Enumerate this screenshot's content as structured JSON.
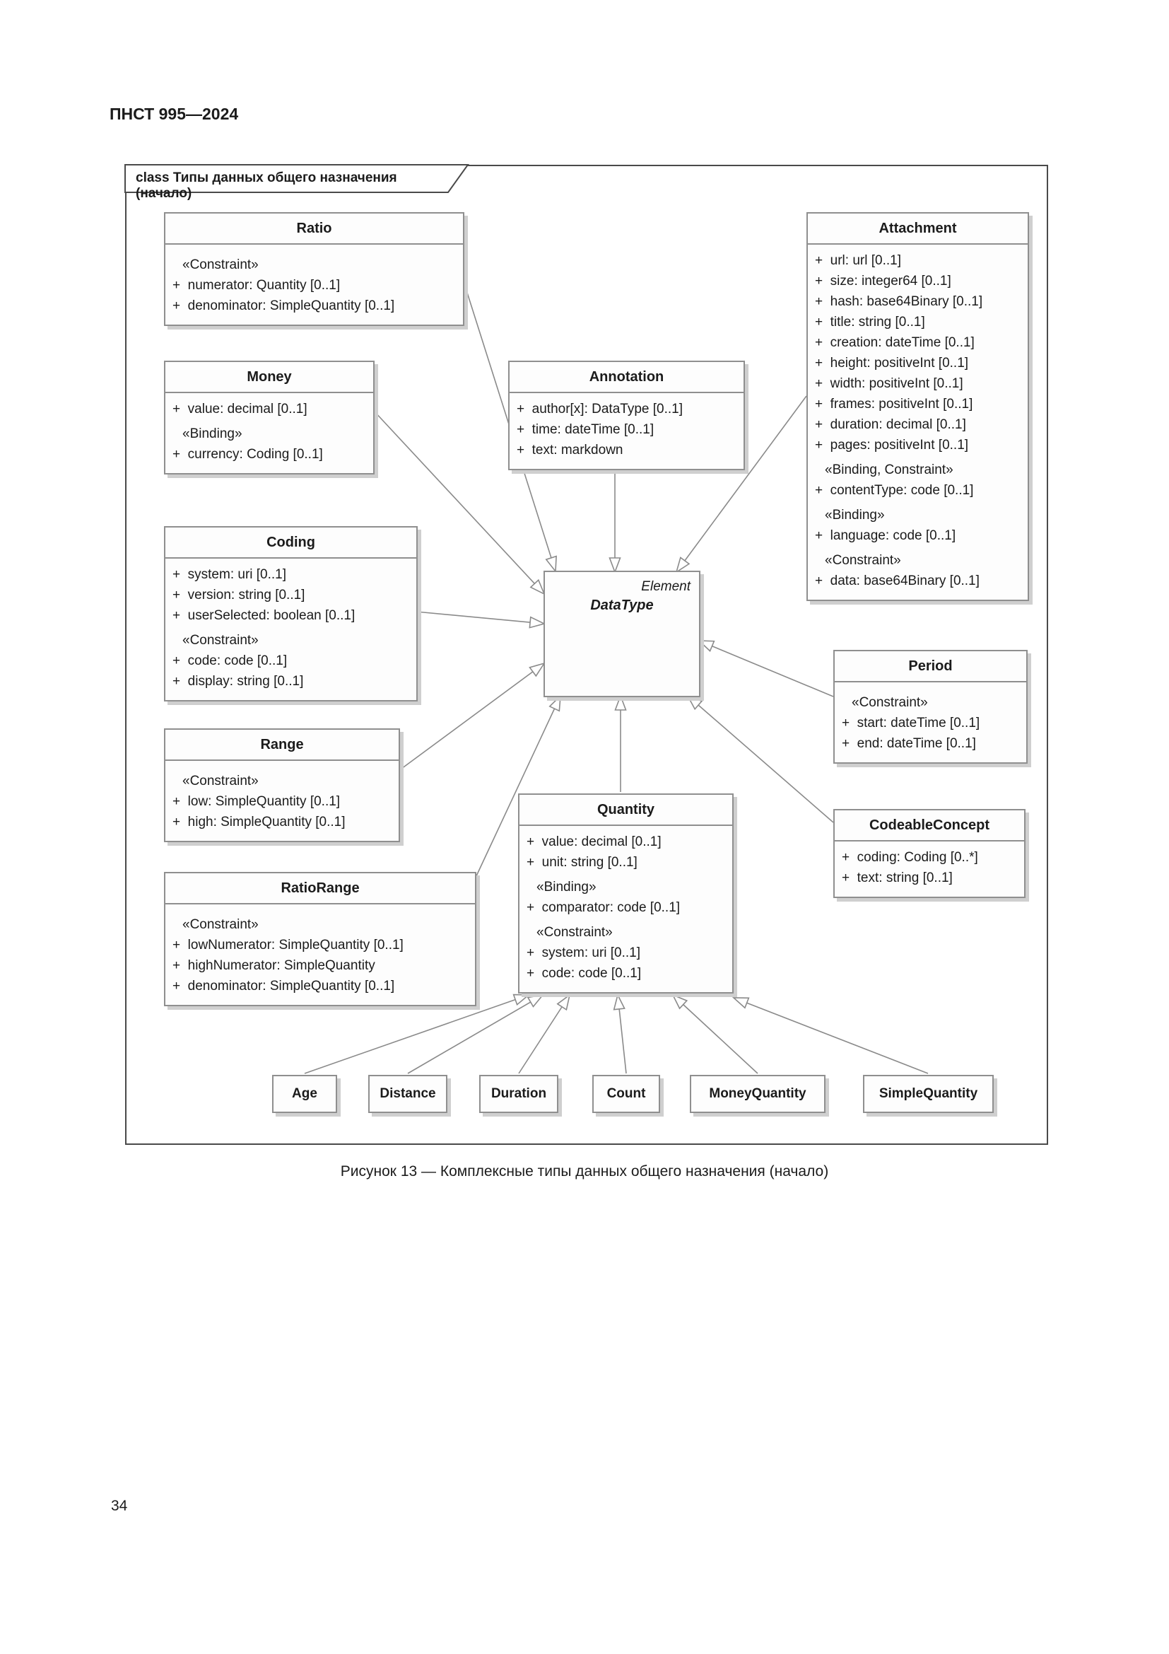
{
  "page": {
    "header": "ПНСТ 995—2024",
    "caption": "Рисунок 13 — Комплексные типы данных общего назначения (начало)",
    "page_number": "34"
  },
  "frame": {
    "label": "class Типы данных общего назначения (начало)"
  },
  "datatype": {
    "parent": "Element",
    "name": "DataType"
  },
  "classes": {
    "ratio": {
      "title": "Ratio",
      "rows": [
        "«Constraint»",
        "+  numerator: Quantity [0..1]",
        "+  denominator: SimpleQuantity [0..1]"
      ]
    },
    "money": {
      "title": "Money",
      "rows": [
        "+  value: decimal [0..1]",
        "«Binding»",
        "+  currency: Coding [0..1]"
      ]
    },
    "coding": {
      "title": "Coding",
      "rows": [
        "+  system: uri [0..1]",
        "+  version: string [0..1]",
        "+  userSelected: boolean [0..1]",
        "«Constraint»",
        "+  code: code [0..1]",
        "+  display: string [0..1]"
      ]
    },
    "range": {
      "title": "Range",
      "rows": [
        "«Constraint»",
        "+  low: SimpleQuantity [0..1]",
        "+  high: SimpleQuantity [0..1]"
      ]
    },
    "ratiorange": {
      "title": "RatioRange",
      "rows": [
        "«Constraint»",
        "+  lowNumerator: SimpleQuantity [0..1]",
        "+  highNumerator: SimpleQuantity",
        "+  denominator: SimpleQuantity [0..1]"
      ]
    },
    "annotation": {
      "title": "Annotation",
      "rows": [
        "+  author[x]: DataType [0..1]",
        "+  time: dateTime [0..1]",
        "+  text: markdown"
      ]
    },
    "attachment": {
      "title": "Attachment",
      "rows": [
        "+  url: url [0..1]",
        "+  size: integer64 [0..1]",
        "+  hash: base64Binary [0..1]",
        "+  title: string [0..1]",
        "+  creation: dateTime [0..1]",
        "+  height: positiveInt [0..1]",
        "+  width: positiveInt [0..1]",
        "+  frames: positiveInt [0..1]",
        "+  duration: decimal [0..1]",
        "+  pages: positiveInt [0..1]",
        "«Binding, Constraint»",
        "+  contentType: code [0..1]",
        "«Binding»",
        "+  language: code [0..1]",
        "«Constraint»",
        "+  data: base64Binary [0..1]"
      ]
    },
    "period": {
      "title": "Period",
      "rows": [
        "«Constraint»",
        "+  start: dateTime [0..1]",
        "+  end: dateTime [0..1]"
      ]
    },
    "codeableconcept": {
      "title": "CodeableConcept",
      "rows": [
        "+  coding: Coding [0..*]",
        "+  text: string [0..1]"
      ]
    },
    "quantity": {
      "title": "Quantity",
      "rows": [
        "+  value: decimal [0..1]",
        "+  unit: string [0..1]",
        "«Binding»",
        "+  comparator: code [0..1]",
        "«Constraint»",
        "+  system: uri [0..1]",
        "+  code: code [0..1]"
      ]
    }
  },
  "subtypes": [
    "Age",
    "Distance",
    "Duration",
    "Count",
    "MoneyQuantity",
    "SimpleQuantity"
  ]
}
